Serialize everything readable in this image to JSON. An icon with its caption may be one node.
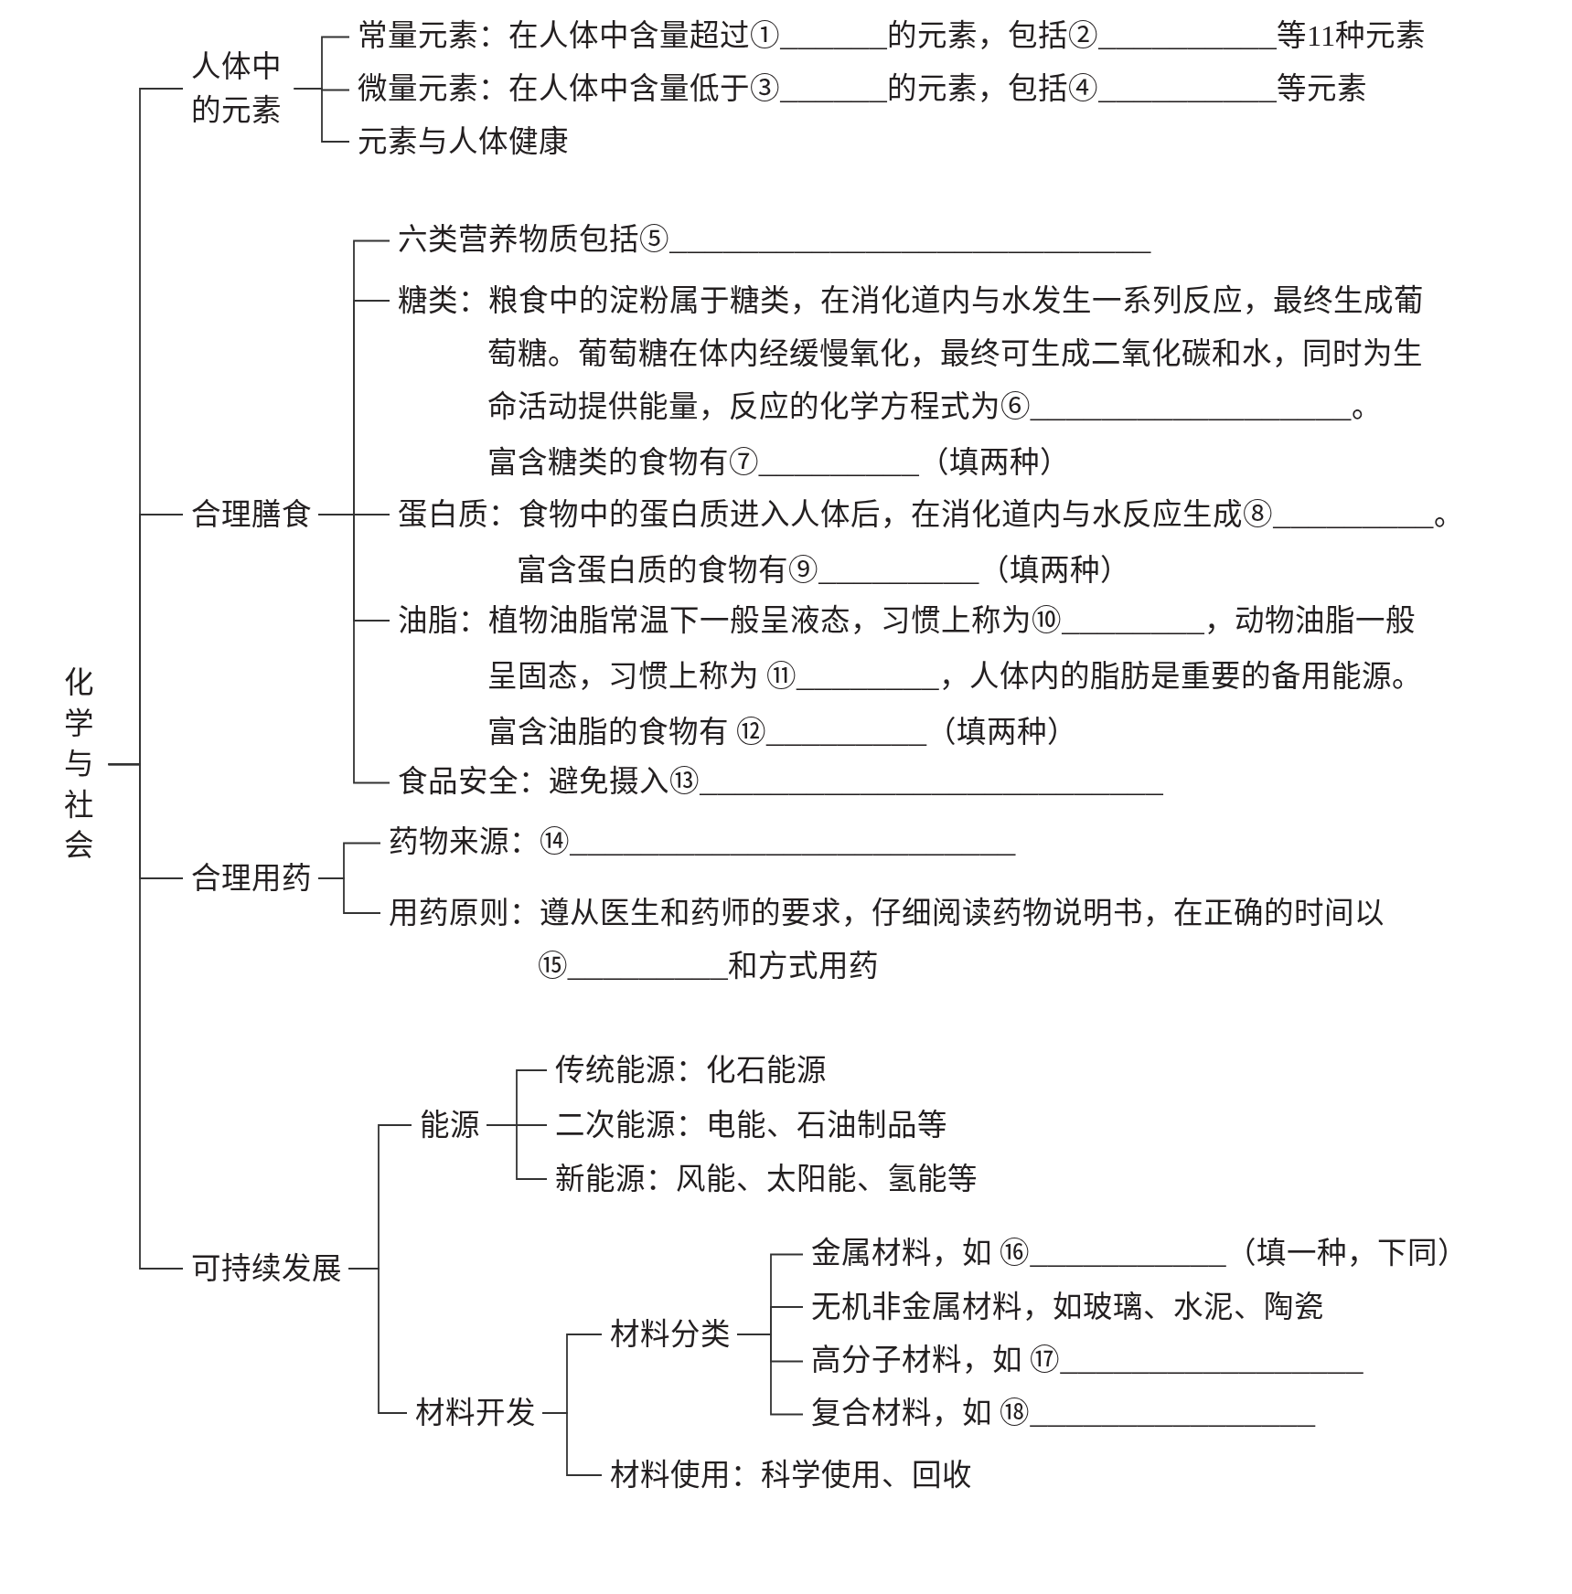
{
  "diagram": {
    "nodes": [
      {
        "text": [
          "化学与社会"
        ]
      },
      {
        "text": [
          "人体中的元素"
        ]
      },
      {
        "text": [
          "常量元素：在人体中含量超过①______的元素，包括②__________等11种元素"
        ]
      },
      {
        "text": [
          "微量元素：在人体中含量低于③______的元素，包括④__________等元素"
        ]
      },
      {
        "text": [
          "元素与人体健康"
        ]
      },
      {
        "text": [
          "合理膳食"
        ]
      },
      {
        "text": [
          "六类营养物质包括⑤___________________________"
        ]
      },
      {
        "text": [
          "糖类：粮食中的淀粉属于糖类，在消化道内与水发生一系列反应，最终生成葡萄糖。葡萄糖在体内经缓慢氧化，最终可生成二氧化碳和水，同时为生命活动提供能量，反应的化学方程式为⑥__________________。",
          "富含糖类的食物有⑦_________（填两种）"
        ]
      },
      {
        "text": [
          "蛋白质：食物中的蛋白质进入人体后，在消化道内与水反应生成⑧_________。",
          "富含蛋白质的食物有⑨_________（填两种）"
        ]
      },
      {
        "text": [
          "油脂：植物油脂常温下一般呈液态，习惯上称为⑩________，动物油脂一般呈固态，习惯上称为 ⑪________，人体内的脂肪是重要的备用能源。",
          "富含油脂的食物有 ⑫_________（填两种）"
        ]
      },
      {
        "text": [
          "食品安全：避免摄入⑬__________________________"
        ]
      },
      {
        "text": [
          "合理用药"
        ]
      },
      {
        "text": [
          "药物来源：⑭_________________________"
        ]
      },
      {
        "text": [
          "用药原则：遵从医生和药师的要求，仔细阅读药物说明书，在正确的时间以⑮_________和方式用药"
        ]
      },
      {
        "text": [
          "可持续发展"
        ]
      },
      {
        "text": [
          "能源"
        ]
      },
      {
        "text": [
          "传统能源：化石能源"
        ]
      },
      {
        "text": [
          "二次能源：电能、石油制品等"
        ]
      },
      {
        "text": [
          "新能源：风能、太阳能、氢能等"
        ]
      },
      {
        "text": [
          "材料开发"
        ]
      },
      {
        "text": [
          "材料分类"
        ]
      },
      {
        "text": [
          "金属材料，如 ⑯___________（填一种，下同）"
        ]
      },
      {
        "text": [
          "无机非金属材料，如玻璃、水泥、陶瓷"
        ]
      },
      {
        "text": [
          "高分子材料，如 ⑰_________________"
        ]
      },
      {
        "text": [
          "复合材料，如 ⑱________________"
        ]
      },
      {
        "text": [
          "材料使用：科学使用、回收"
        ]
      }
    ],
    "edges": [
      {
        "from": 0,
        "to": 1,
        "arrow": "none"
      },
      {
        "from": 1,
        "to": 2,
        "arrow": "none"
      },
      {
        "from": 1,
        "to": 3,
        "arrow": "none"
      },
      {
        "from": 1,
        "to": 4,
        "arrow": "none"
      },
      {
        "from": 0,
        "to": 5,
        "arrow": "none"
      },
      {
        "from": 5,
        "to": 6,
        "arrow": "none"
      },
      {
        "from": 5,
        "to": 7,
        "arrow": "none"
      },
      {
        "from": 5,
        "to": 8,
        "arrow": "none"
      },
      {
        "from": 5,
        "to": 9,
        "arrow": "none"
      },
      {
        "from": 5,
        "to": 10,
        "arrow": "none"
      },
      {
        "from": 0,
        "to": 11,
        "arrow": "none"
      },
      {
        "from": 11,
        "to": 12,
        "arrow": "none"
      },
      {
        "from": 11,
        "to": 13,
        "arrow": "none"
      },
      {
        "from": 0,
        "to": 14,
        "arrow": "none"
      },
      {
        "from": 14,
        "to": 15,
        "arrow": "none"
      },
      {
        "from": 15,
        "to": 16,
        "arrow": "none"
      },
      {
        "from": 15,
        "to": 17,
        "arrow": "none"
      },
      {
        "from": 15,
        "to": 18,
        "arrow": "none"
      },
      {
        "from": 14,
        "to": 19,
        "arrow": "none"
      },
      {
        "from": 19,
        "to": 20,
        "arrow": "none"
      },
      {
        "from": 20,
        "to": 21,
        "arrow": "none"
      },
      {
        "from": 20,
        "to": 22,
        "arrow": "none"
      },
      {
        "from": 20,
        "to": 23,
        "arrow": "none"
      },
      {
        "from": 20,
        "to": 24,
        "arrow": "none"
      },
      {
        "from": 19,
        "to": 25,
        "arrow": "none"
      }
    ]
  }
}
